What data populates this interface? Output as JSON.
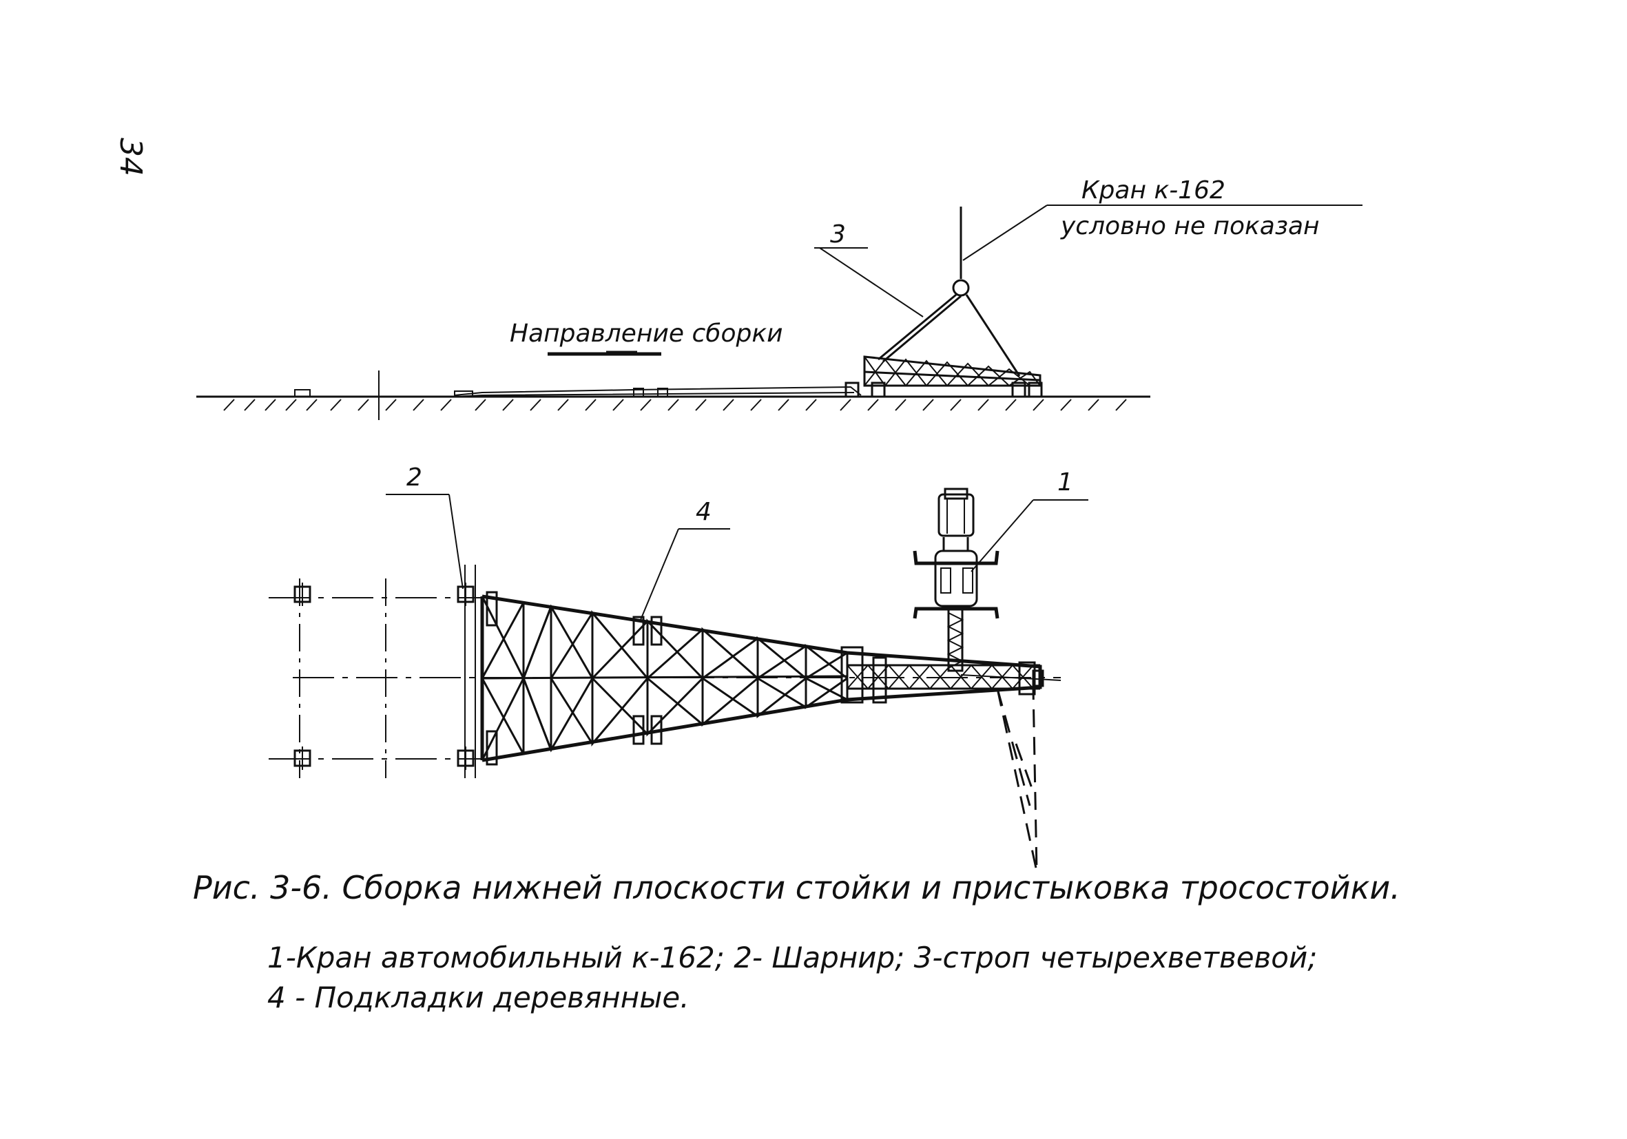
{
  "page_number": "34",
  "crane_label": {
    "line1": "Кран  к-162",
    "line2": "условно не показан"
  },
  "direction_label": "Направление сборки",
  "callouts": {
    "c1": "1",
    "c2": "2",
    "c3": "3",
    "c4": "4"
  },
  "figure": {
    "title": "Рис. 3-6.  Сборка нижней плоскости  стойки и пристыковка тросостойки.",
    "legend_line1": "1-Кран автомобильный к-162;    2- Шарнир; 3-строп четырехветвевой;",
    "legend_line2": "4 - Подкладки деревянные."
  }
}
